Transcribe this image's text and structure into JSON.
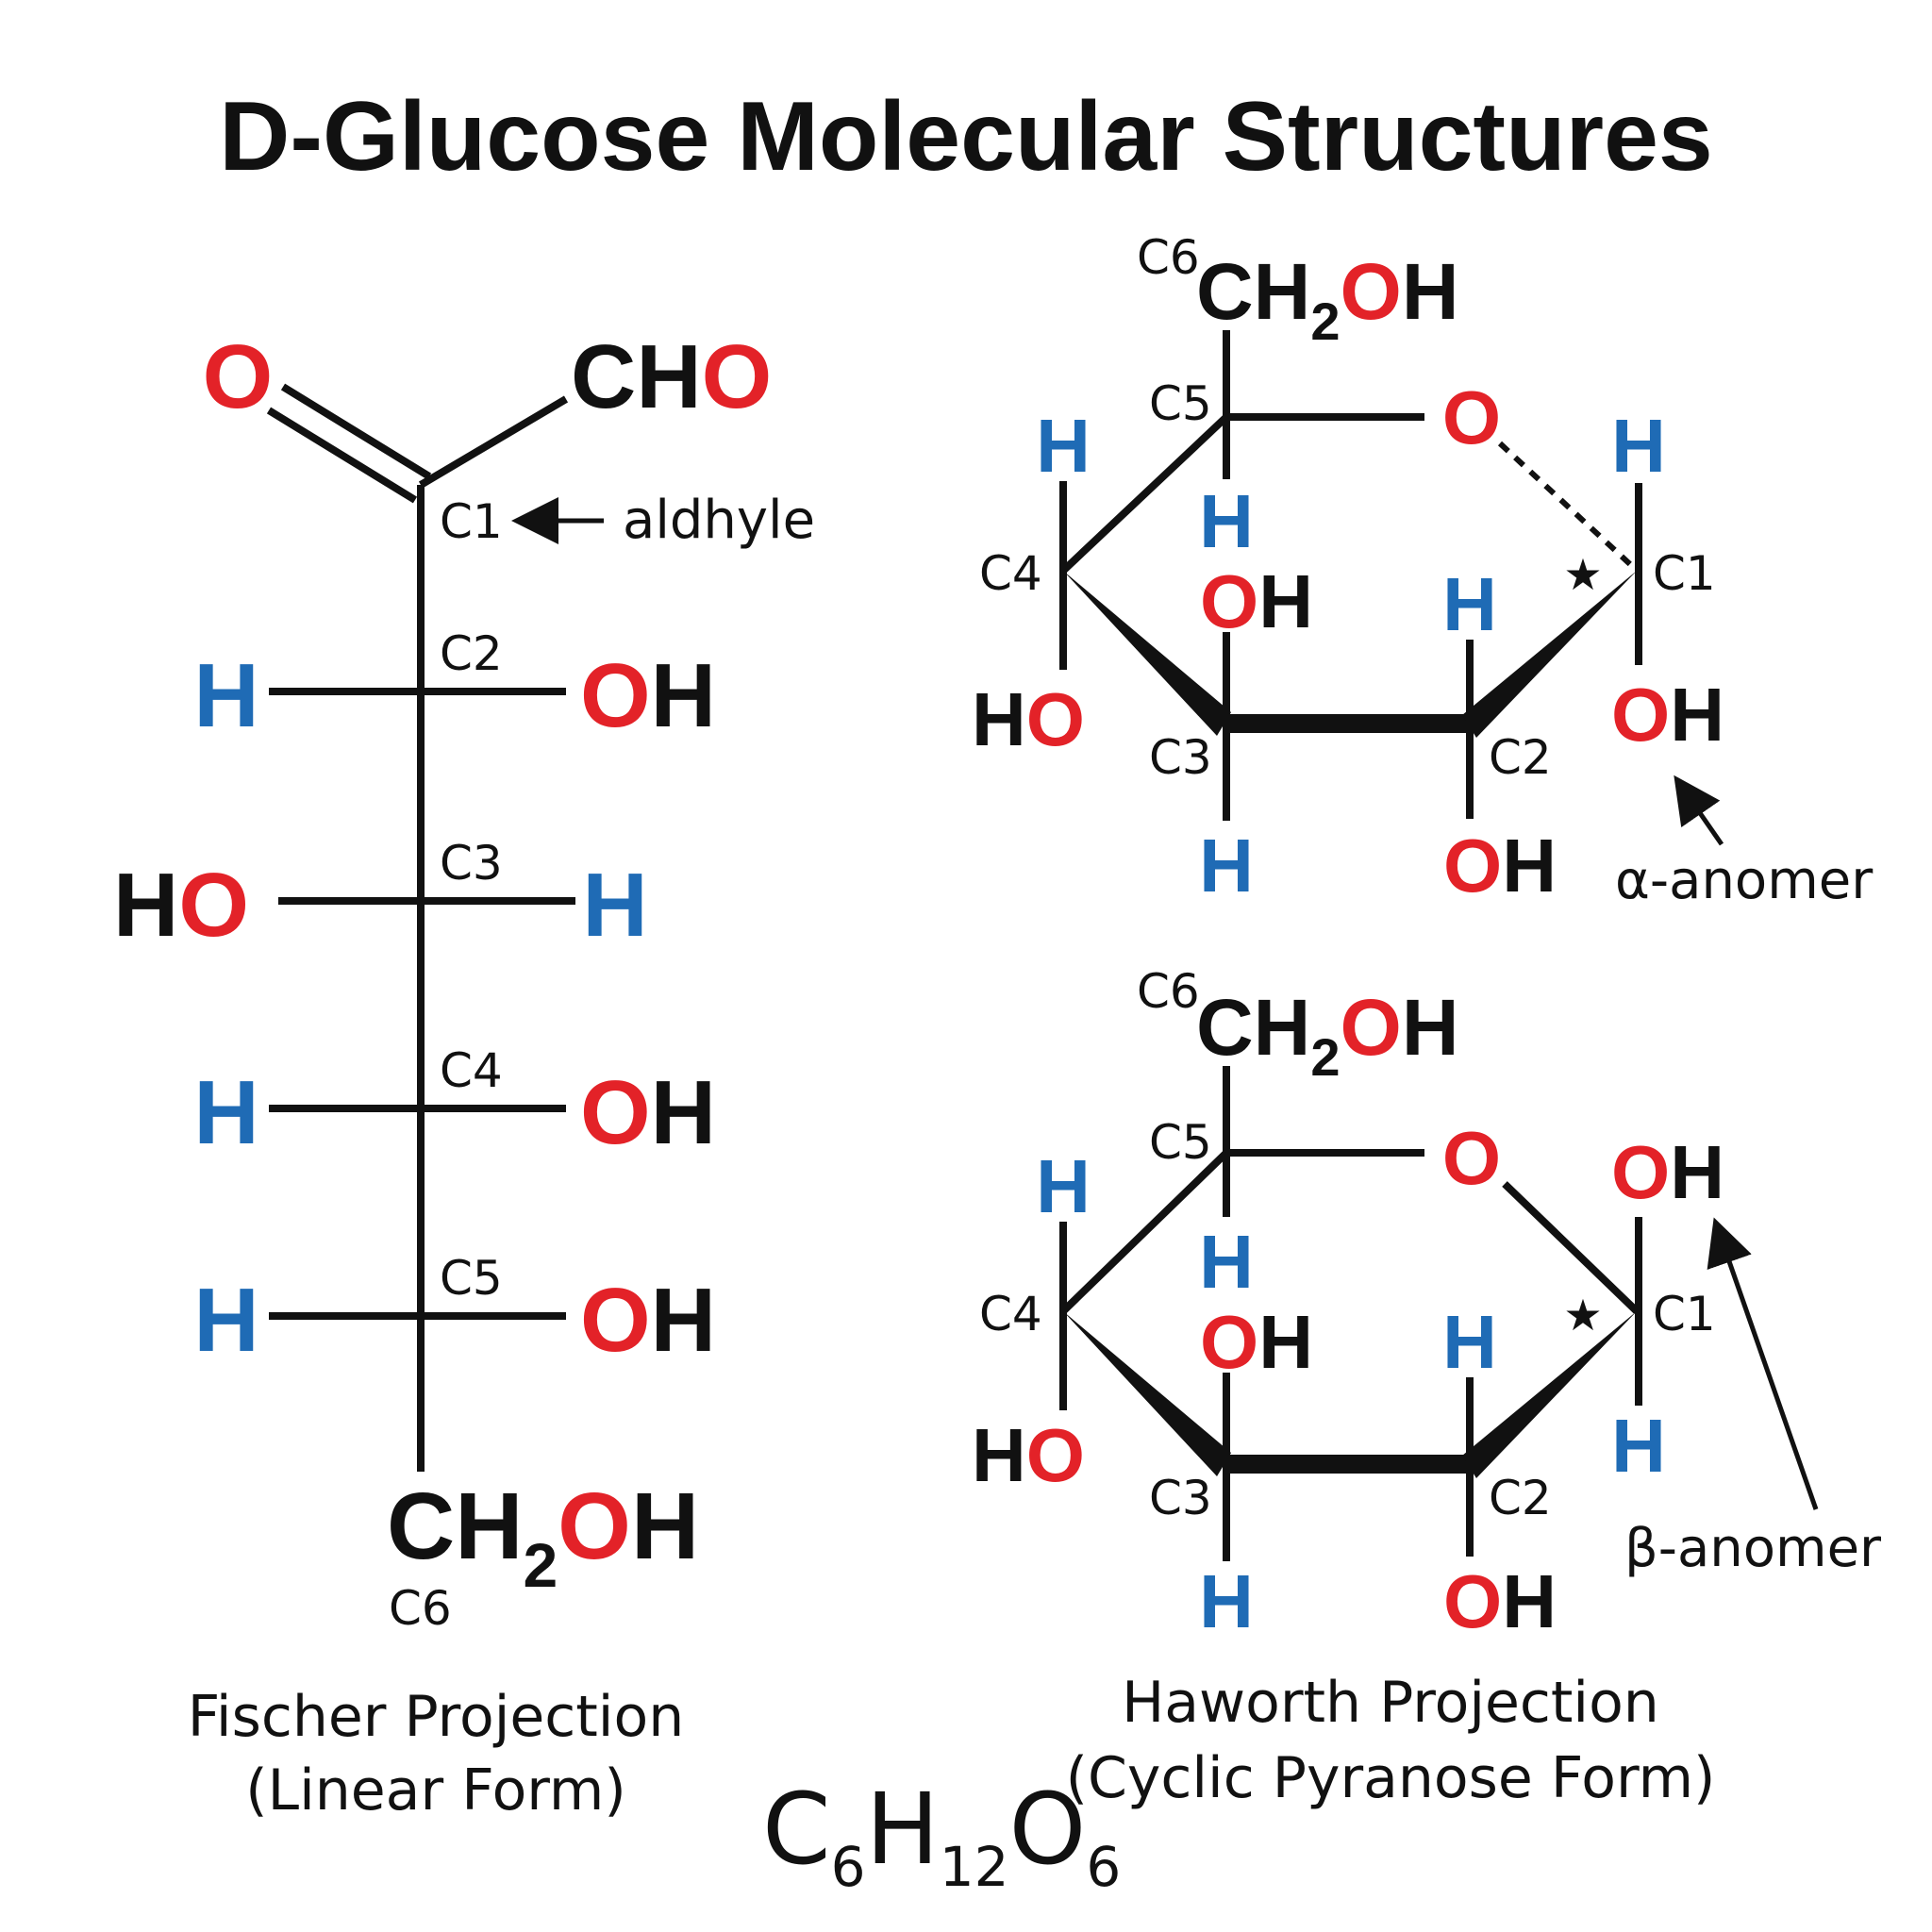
{
  "title": "D-Glucose Molecular Structures",
  "fischer": {
    "top_O": "O",
    "cho": {
      "c": "CH",
      "o": "O"
    },
    "c1": "C1",
    "aldehyde_note": "aldhyle",
    "c2": "C2",
    "c3": "C3",
    "c4": "C4",
    "c5": "C5",
    "c6": "C6",
    "row_c2": {
      "left": "H",
      "right_o": "O",
      "right_h": "H"
    },
    "row_c3": {
      "left_h": "H",
      "left_o": "O",
      "right": "H"
    },
    "row_c4": {
      "left": "H",
      "right_o": "O",
      "right_h": "H"
    },
    "row_c5": {
      "left": "H",
      "right_o": "O",
      "right_h": "H"
    },
    "bottom": {
      "ch": "CH",
      "sub": "2",
      "o": "O",
      "h": "H"
    },
    "caption_line1": "Fischer Projection",
    "caption_line2": "(Linear Form)"
  },
  "haworth_alpha": {
    "c6": "C6",
    "ch2oh": {
      "ch": "CH",
      "sub": "2",
      "o": "O",
      "h": "H"
    },
    "c5": "C5",
    "c4": "C4",
    "c3": "C3",
    "c2": "C2",
    "c1": "C1",
    "ring_O": "O",
    "star": "★",
    "c4_up_H": "H",
    "c5_down_H": "H",
    "c3_up_OH": {
      "o": "O",
      "h": "H"
    },
    "c2_up_H": "H",
    "c1_up_H": "H",
    "c4_down_HO": {
      "h": "H",
      "o": "O"
    },
    "c3_down_H": "H",
    "c2_down_OH": {
      "o": "O",
      "h": "H"
    },
    "c1_down_OH": {
      "o": "O",
      "h": "H"
    },
    "anomer_label": "α-anomer"
  },
  "haworth_beta": {
    "c6": "C6",
    "ch2oh": {
      "ch": "CH",
      "sub": "2",
      "o": "O",
      "h": "H"
    },
    "c5": "C5",
    "c4": "C4",
    "c3": "C3",
    "c2": "C2",
    "c1": "C1",
    "ring_O": "O",
    "star": "★",
    "c4_up_H": "H",
    "c5_down_H": "H",
    "c3_up_OH": {
      "o": "O",
      "h": "H"
    },
    "c2_up_H": "H",
    "c1_up_OH": {
      "o": "O",
      "h": "H"
    },
    "c4_down_HO": {
      "h": "H",
      "o": "O"
    },
    "c3_down_H": "H",
    "c2_down_OH": {
      "o": "O",
      "h": "H"
    },
    "c1_down_H": "H",
    "anomer_label": "β-anomer"
  },
  "haworth_caption_line1": "Haworth Projection",
  "haworth_caption_line2": "(Cyclic Pyranose Form)",
  "formula": {
    "c": "C",
    "n_c": "6",
    "h": "H",
    "n_h": "12",
    "o": "O",
    "n_o": "6"
  },
  "colors": {
    "oxygen": "#e32228",
    "hydrogen": "#1f6bb5",
    "carbon": "#111111"
  }
}
